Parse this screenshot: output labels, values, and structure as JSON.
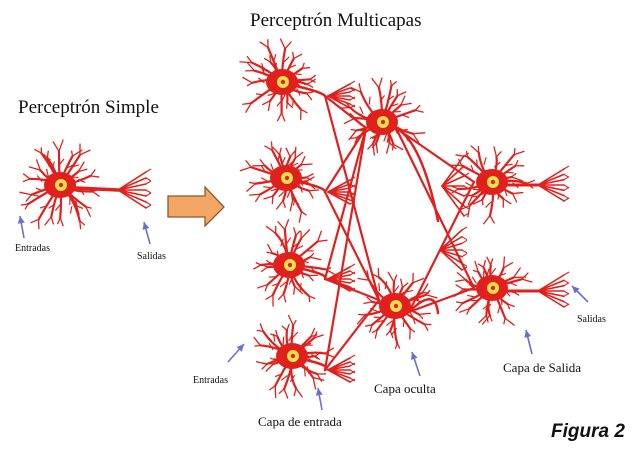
{
  "titles": {
    "multilayer": "Perceptrón Multicapas",
    "simple": "Perceptrón Simple"
  },
  "labels": {
    "entradas_simple": "Entradas",
    "salidas_simple": "Salidas",
    "entradas_multi": "Entradas",
    "salidas_multi": "Salidas",
    "capa_entrada": "Capa de entrada",
    "capa_oculta": "Capa oculta",
    "capa_salida": "Capa de Salida"
  },
  "figure_label": "Figura 2",
  "colors": {
    "neuron": "#e0201c",
    "nucleus": "#f2e24a",
    "pointer": "#6b6fd0",
    "arrow_fill": "#f4a765",
    "arrow_stroke": "#8a5a32"
  }
}
